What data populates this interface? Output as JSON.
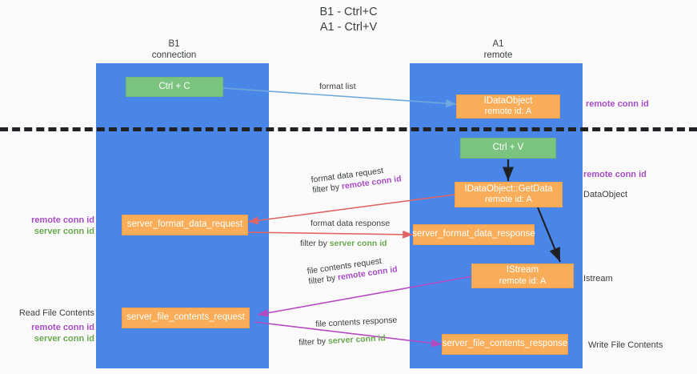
{
  "title": "B1 - Ctrl+C\nA1 - Ctrl+V",
  "columns": {
    "left": {
      "name": "B1",
      "role": "connection"
    },
    "right": {
      "name": "A1",
      "role": "remote"
    }
  },
  "boxes": {
    "ctrl_c": {
      "label": "Ctrl + C",
      "color": "#7bc47f"
    },
    "ctrl_v": {
      "label": "Ctrl + V",
      "color": "#7bc47f"
    },
    "idataobject": {
      "line1": "IDataObject",
      "line2": "remote id: A",
      "color": "#f9ad58"
    },
    "getdata": {
      "line1": "IDataObject::GetData",
      "line2": "remote id: A",
      "color": "#f9ad58"
    },
    "istream": {
      "line1": "IStream",
      "line2": "remote id: A",
      "color": "#f9ad58"
    },
    "server_format_data_request": {
      "label": "server_format_data_request",
      "color": "#f9ad58"
    },
    "server_format_data_response": {
      "label": "server_format_data_response",
      "color": "#f9ad58"
    },
    "server_file_contents_request": {
      "label": "server_file_contents_request",
      "color": "#f9ad58"
    },
    "server_file_contents_response": {
      "label": "server_file_contents_response",
      "color": "#f9ad58"
    }
  },
  "arrow_labels": {
    "format_list": "format list",
    "format_data_request": "format data request",
    "format_data_request_filter_prefix": "filter by ",
    "format_data_request_filter_key": "remote conn id",
    "format_data_response": "format data response",
    "format_data_response_filter_prefix": "filter by ",
    "format_data_response_filter_key": "server conn id",
    "file_contents_request": "file contents request",
    "file_contents_request_filter_prefix": "filter by ",
    "file_contents_request_filter_key": "remote conn id",
    "file_contents_response": "file contents response",
    "file_contents_response_filter_prefix": "filter by ",
    "file_contents_response_filter_key": "server conn id"
  },
  "side_labels": {
    "left_conn_ids_remote": "remote conn id",
    "left_conn_ids_server": "server conn id",
    "read_file_contents": "Read File Contents",
    "left_file_ids_remote": "remote conn id",
    "left_file_ids_server": "server conn id",
    "right_remote_conn_top": "remote conn id",
    "right_remote_conn_mid": "remote conn id",
    "right_dataobject": "DataObject",
    "right_istream": "Istream",
    "right_write_file_contents": "Write File Contents"
  },
  "colors": {
    "lane": "#4a86e8",
    "orange": "#f9ad58",
    "green": "#7bc47f",
    "remote_key": "#a64dc4",
    "server_key": "#6aa84f",
    "arrow_blue": "#6fa8dc",
    "arrow_red": "#e06666",
    "arrow_purple": "#b44ac0",
    "arrow_black": "#202124",
    "divider": "#202124"
  }
}
